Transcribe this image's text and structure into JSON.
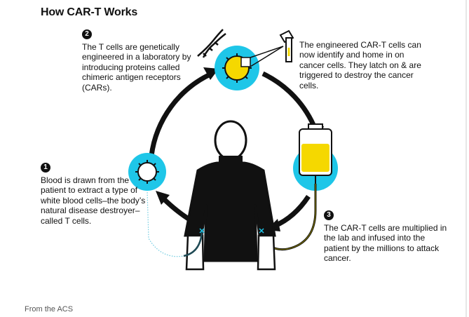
{
  "title": "How CAR-T Works",
  "steps": [
    {
      "number": "1",
      "text": "Blood is drawn from the patient to extract a type of white blood cells–the body’s natural disease destroyer– called T cells."
    },
    {
      "number": "2",
      "text": "The T cells are genetically engineered in a laboratory by introducing proteins called chimeric antigen receptors (CARs)."
    },
    {
      "number": "3",
      "text": "The CAR-T cells are multiplied in the lab and infused into the patient by the millions to attack cancer."
    }
  ],
  "engineered_note": "The engineered CAR-T cells can now identify and home in on cancer cells. They latch on & are triggered to destroy the cancer cells.",
  "source": "From the ACS",
  "colors": {
    "cyan": "#1ec6e8",
    "ink": "#111111",
    "yellow": "#f5d800",
    "blood_line": "#7a7000",
    "draw_line": "#6ecbe0"
  }
}
